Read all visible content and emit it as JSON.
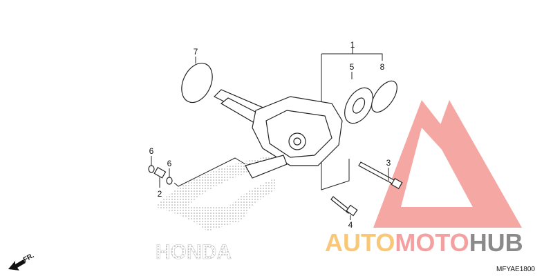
{
  "diagram": {
    "callouts": [
      "7",
      "1",
      "5",
      "8",
      "6",
      "6",
      "2",
      "3",
      "4"
    ],
    "direction_label": "FR.",
    "diagram_code": "MFYAE1800",
    "background_logo_text": "HONDA"
  },
  "watermark": {
    "part1": "AUTO",
    "part2": "MOTO",
    "part3": "HUB",
    "colors": {
      "auto": "#f8c878",
      "moto": "#f4a0a0",
      "hub": "#8a8a8a",
      "triangle": "#f49a94"
    }
  }
}
